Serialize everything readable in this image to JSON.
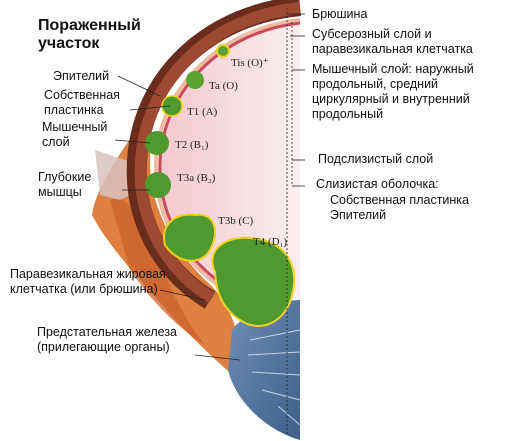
{
  "title": "Пораженный участок",
  "left_labels": {
    "epithelium": "Эпителий",
    "lamina": "Собственная пластинка",
    "muscle": "Мышечный слой",
    "deep_muscle": "Глубокие мышцы",
    "paravesical": "Паравезикальная жировая клетчатка (или брюшина)",
    "prostate": "Предстательная железа (прилегающие органы)"
  },
  "right_labels": {
    "peritoneum": "Брюшина",
    "subserosa": "Субсерозный слой и паравезикальная клетчатка",
    "muscular_layer": "Мышечный слой: наружный продольный, средний циркулярный и внутренний продольный",
    "submucosa": "Подслизистый слой",
    "mucosa": "Слизистая оболочка:",
    "mucosa_lamina": "Собственная пластинка",
    "mucosa_epithelium": "Эпителий"
  },
  "stages": {
    "tis": "Tis (O)⁺",
    "ta": "Ta (O)",
    "t1": "T1 (A)",
    "t2": "T2 (B₁)",
    "t3a": "T3a (B₂)",
    "t3b": "T3b (C)",
    "t4": "T4 (D₁)"
  }
}
